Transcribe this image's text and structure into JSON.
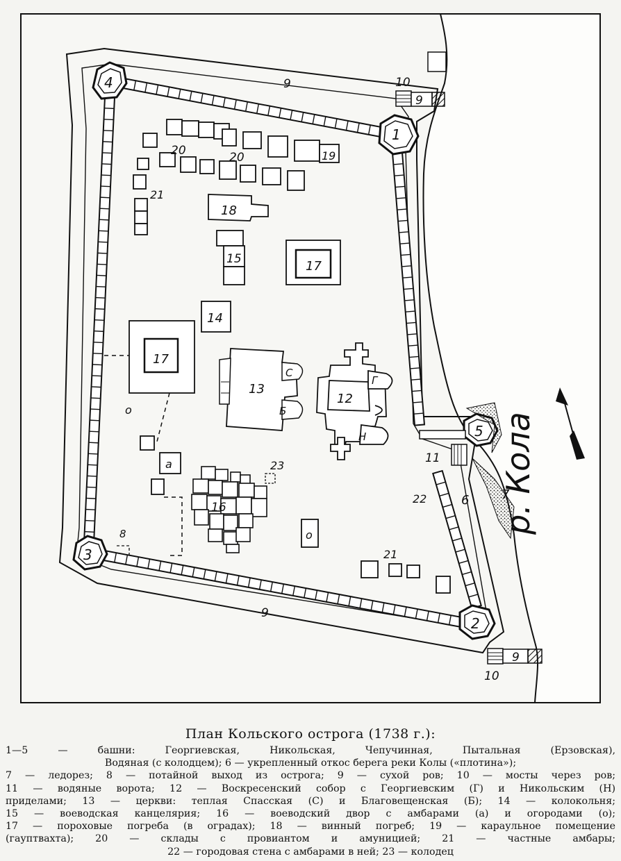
{
  "map": {
    "towers": [
      "1",
      "2",
      "3",
      "4",
      "5"
    ],
    "labels": {
      "ditch_top": "9",
      "ditch_bottom": "9",
      "bridge_top": "10",
      "bridge_top_ditch": "9",
      "bridge_bottom": "10",
      "bridge_bottom_ditch": "9",
      "water_gate": "11",
      "cathedral": "12",
      "church_warm": "13",
      "church_c": "С",
      "church_b": "Б",
      "cathedral_g": "Г",
      "cathedral_n": "Н",
      "bell_tower": "14",
      "chancery": "15",
      "voevoda_yard": "16",
      "powder_main": "17",
      "powder_left": "17",
      "wine_cellar": "18",
      "guardhouse": "19",
      "stores_a": "20",
      "stores_b": "20",
      "private_left": "21",
      "private_bottom": "21",
      "wall_stores": "22",
      "well": "23",
      "secret_exit": "8",
      "slope": "6",
      "icebreaker": "7",
      "barn_a": "а",
      "garden_o_left": "о",
      "garden_o_right": "о",
      "river": "р. Кола"
    }
  },
  "caption": {
    "title": "План Кольского острога (1738 г.):",
    "lines": [
      "1—5 — башни: Георгиевская, Никольская, Чепучинная, Пытальная (Ерзовская),",
      "Водяная (с колодцем); 6 — укрепленный откос берега реки Колы («плотина»);",
      "7 — ледорез; 8 — потайной выход из острога; 9 — сухой ров; 10 — мосты через ров;",
      "11 — водяные ворота; 12 — Воскресенский собор с Георгиевским (Г) и Никольским (Н)",
      "приделами; 13 — церкви: теплая Спасская (С) и Благовещенская (Б); 14 — колокольня;",
      "15 — воеводская канцелярия; 16 — воеводский двор с амбарами (а) и огородами (о);",
      "17 — пороховые погреба (в оградах); 18 — винный погреб; 19 — караульное помещение",
      "(гауптвахта); 20 — склады с провиантом и амуницией; 21 — частные амбары;",
      "22 — городовая стена с амбарами в ней; 23 — колодец"
    ]
  }
}
